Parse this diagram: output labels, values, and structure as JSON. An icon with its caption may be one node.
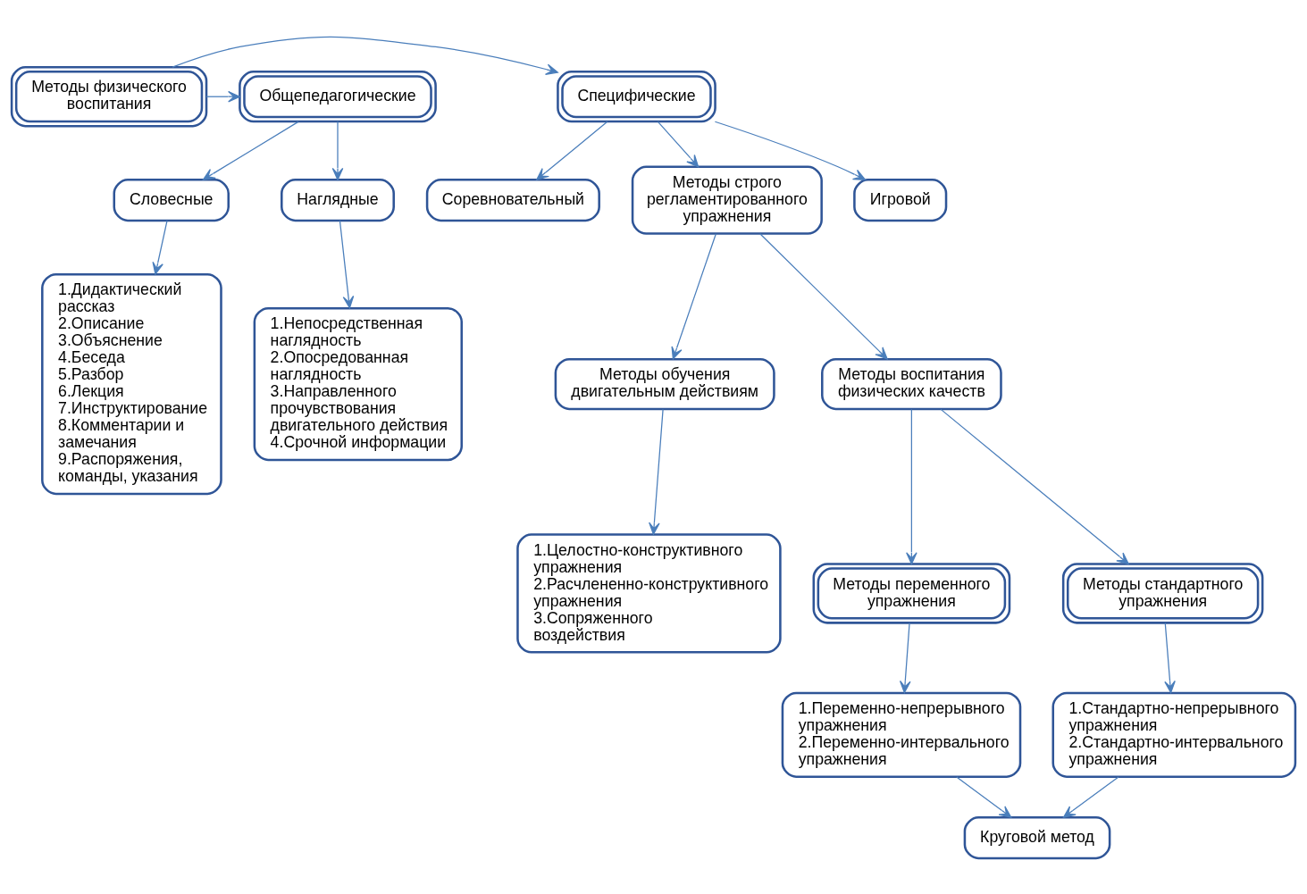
{
  "diagram": {
    "nodes": [
      {
        "text": [
          "Методы физического воспитания"
        ]
      },
      {
        "text": [
          "Специфические"
        ]
      },
      {
        "text": [
          "Общепедагогические"
        ]
      },
      {
        "text": [
          "Методы строго регламентированного упражнения"
        ]
      },
      {
        "text": [
          "Игровой"
        ]
      },
      {
        "text": [
          "Соревновательный"
        ]
      },
      {
        "text": [
          "Словесные"
        ]
      },
      {
        "text": [
          "Наглядные"
        ]
      },
      {
        "text": [
          "Методы обучения двигательным действиям"
        ]
      },
      {
        "text": [
          "Методы воспитания физических качеств"
        ]
      },
      {
        "text": [
          "1.Дидактический рассказ",
          "2.Описание",
          "3.Объяснение",
          "4.Беседа",
          "5.Разбор",
          "6.Лекция",
          "7.Инструктирование",
          "8.Комментарии и замечания",
          "9.Распоряжения, команды, указания"
        ]
      },
      {
        "text": [
          "1.Непосредственная наглядность",
          "2.Опосредованная наглядность",
          "3.Направленного прочувствования двигательного действия",
          "4.Срочной информации"
        ]
      },
      {
        "text": [
          "1.Целостно-конструктивного упражнения",
          "2.Расчлененно-конструктивного упражнения",
          "3.Сопряженного воздействия"
        ]
      },
      {
        "text": [
          "Методы стандартного упражнения"
        ]
      },
      {
        "text": [
          "Методы переменного упражнения"
        ]
      },
      {
        "text": [
          "1.Стандартно-непрерывного упражнения",
          "2.Стандартно-интервального упражнения"
        ]
      },
      {
        "text": [
          "1.Переменно-непрерывного упражнения",
          "2.Переменно-интервального упражнения"
        ]
      },
      {
        "text": [
          "Круговой метод"
        ]
      }
    ],
    "edges": [
      {
        "from": 0,
        "to": 1,
        "arrow": "to"
      },
      {
        "from": 0,
        "to": 2,
        "arrow": "to"
      },
      {
        "from": 1,
        "to": 3,
        "arrow": "to"
      },
      {
        "from": 1,
        "to": 4,
        "arrow": "to"
      },
      {
        "from": 1,
        "to": 5,
        "arrow": "to"
      },
      {
        "from": 2,
        "to": 6,
        "arrow": "to"
      },
      {
        "from": 2,
        "to": 7,
        "arrow": "to"
      },
      {
        "from": 3,
        "to": 8,
        "arrow": "to"
      },
      {
        "from": 3,
        "to": 9,
        "arrow": "to"
      },
      {
        "from": 6,
        "to": 10,
        "arrow": "to"
      },
      {
        "from": 7,
        "to": 11,
        "arrow": "to"
      },
      {
        "from": 8,
        "to": 12,
        "arrow": "to"
      },
      {
        "from": 9,
        "to": 13,
        "arrow": "to"
      },
      {
        "from": 9,
        "to": 14,
        "arrow": "to"
      },
      {
        "from": 13,
        "to": 15,
        "arrow": "to"
      },
      {
        "from": 14,
        "to": 16,
        "arrow": "to"
      },
      {
        "from": 15,
        "to": 17,
        "arrow": "to"
      },
      {
        "from": 16,
        "to": 17,
        "arrow": "to"
      }
    ]
  }
}
